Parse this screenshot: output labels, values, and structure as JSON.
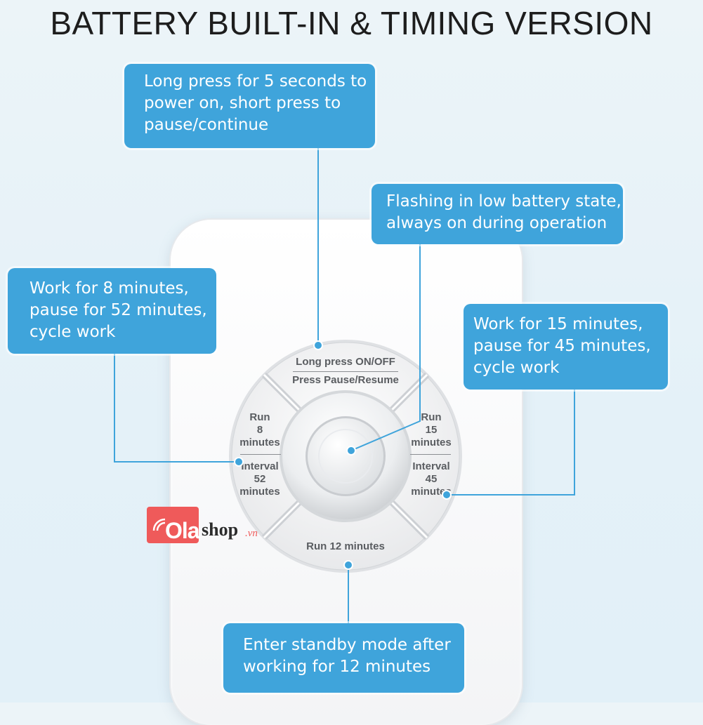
{
  "title": "BATTERY BUILT-IN & TIMING VERSION",
  "callouts": {
    "power": [
      "Long press for 5 seconds to",
      "power on, short press to",
      "pause/continue"
    ],
    "battery": [
      "Flashing in low battery state,",
      "always on during operation"
    ],
    "left": [
      "Work for 8 minutes,",
      "pause for 52 minutes,",
      "cycle work"
    ],
    "right": [
      "Work for 15 minutes,",
      "pause for 45 minutes,",
      "cycle work"
    ],
    "bottom": [
      "Enter standby mode after",
      "working for 12 minutes"
    ]
  },
  "buttons": {
    "top": {
      "line1": "Long press ON/OFF",
      "line2": "Press Pause/Resume"
    },
    "left": {
      "run": [
        "Run",
        "8",
        "minutes"
      ],
      "interval": [
        "Interval",
        "52",
        "minutes"
      ]
    },
    "right": {
      "run": [
        "Run",
        "15",
        "minutes"
      ],
      "interval": [
        "Interval",
        "45",
        "minutes"
      ]
    },
    "bottom": {
      "label": "Run 12 minutes"
    }
  },
  "watermark": {
    "ola": "Ola",
    "shop": "shop",
    "vn": ".vn"
  },
  "colors": {
    "callout": "#3fa4db",
    "leader": "#3fa4db",
    "title": "#1d1d1d",
    "watermark": "#ef5a5a"
  }
}
